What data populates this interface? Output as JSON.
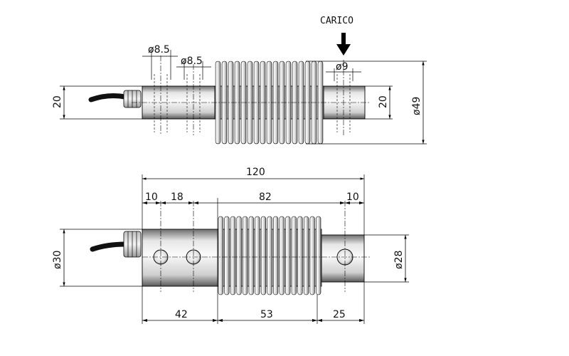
{
  "top_view": {
    "load_label": "CARICO",
    "dims": {
      "hole1": "ø8.5",
      "hole2": "ø8.5",
      "load_hole": "ø9",
      "left_height": "20",
      "right_height": "20",
      "diameter": "ø49"
    }
  },
  "front_view": {
    "dims": {
      "overall": "120",
      "seg_left": "10",
      "seg_holes": "18",
      "seg_mid": "82",
      "seg_right": "10",
      "bottom_left": "42",
      "bottom_mid": "53",
      "bottom_right": "25",
      "left_dia": "ø30",
      "right_dia": "ø28"
    }
  },
  "colors": {
    "line": "#000000",
    "metal_light": "#f2f2f2",
    "metal_dark": "#8a8a8a",
    "fin_mid": "#d6d6d6"
  },
  "fin_count": 17
}
